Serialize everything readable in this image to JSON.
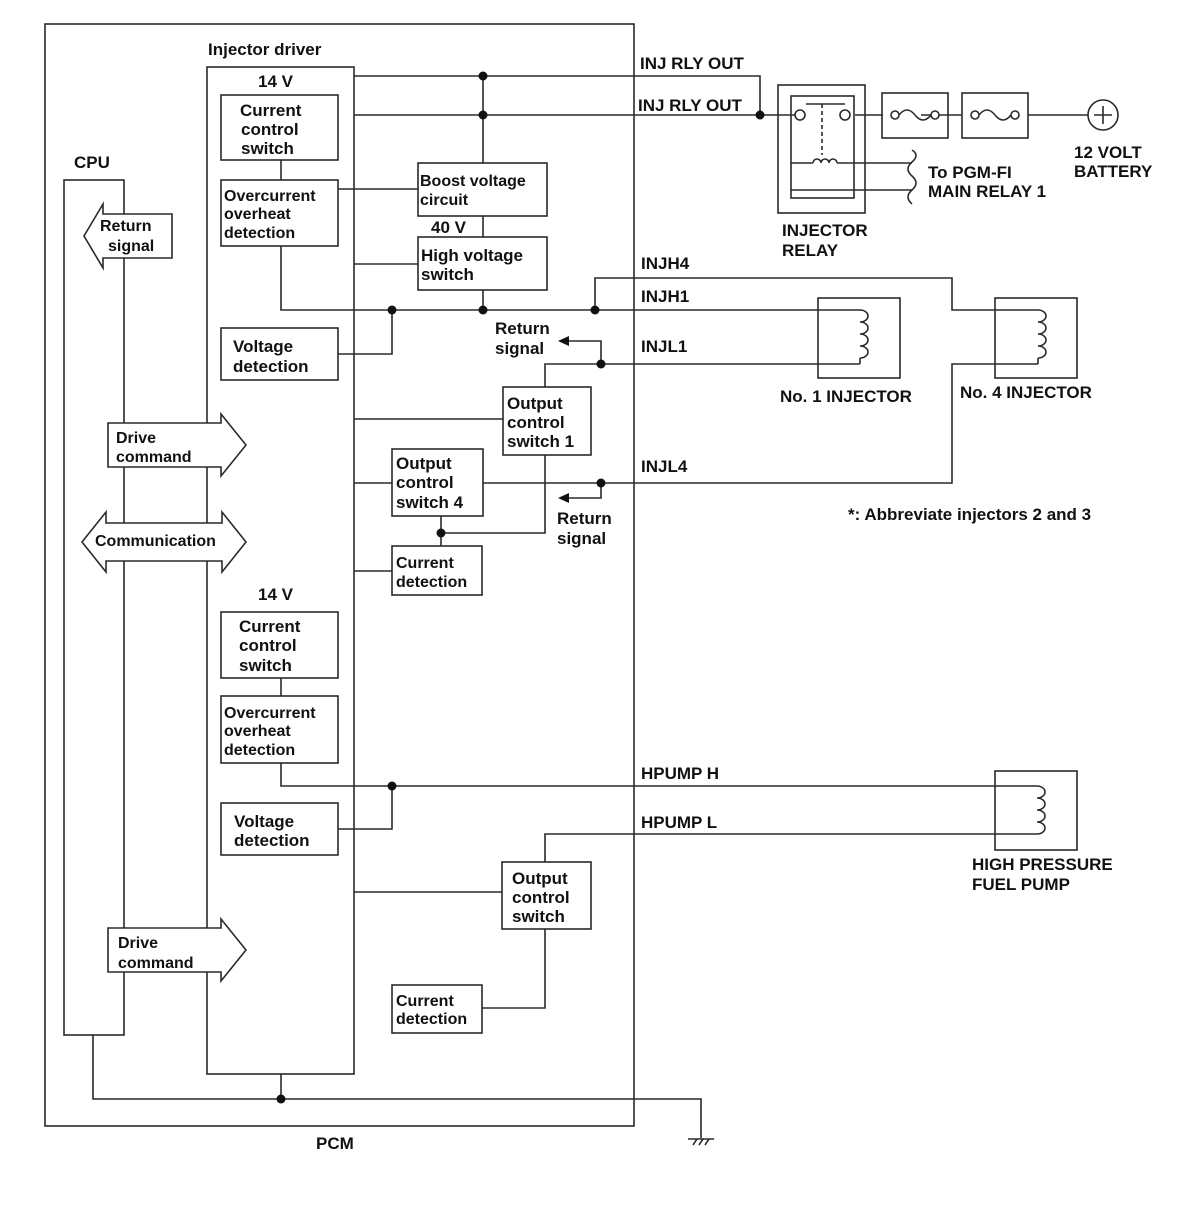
{
  "pcm": {
    "label": "PCM",
    "cpu_label": "CPU",
    "injector_driver_label": "Injector driver"
  },
  "voltages": {
    "upper_14v": "14 V",
    "boost_40v": "40 V",
    "lower_14v": "14 V"
  },
  "blocks": {
    "current_control_switch_1": [
      "Current",
      "control",
      "switch"
    ],
    "overcurrent_1": [
      "Overcurrent",
      "overheat",
      "detection"
    ],
    "boost_voltage_circuit": [
      "Boost voltage",
      "circuit"
    ],
    "high_voltage_switch": [
      "High voltage",
      "switch"
    ],
    "voltage_detection_1": [
      "Voltage",
      "detection"
    ],
    "output_control_switch_1": [
      "Output",
      "control",
      "switch 1"
    ],
    "output_control_switch_4": [
      "Output",
      "control",
      "switch 4"
    ],
    "current_detection_1": [
      "Current",
      "detection"
    ],
    "current_control_switch_2": [
      "Current",
      "control",
      "switch"
    ],
    "overcurrent_2": [
      "Overcurrent",
      "overheat",
      "detection"
    ],
    "voltage_detection_2": [
      "Voltage",
      "detection"
    ],
    "output_control_switch_pump": [
      "Output",
      "control",
      "switch"
    ],
    "current_detection_2": [
      "Current",
      "detection"
    ]
  },
  "arrows": {
    "return_signal": [
      "Return",
      "signal"
    ],
    "drive_command_1": [
      "Drive",
      "command"
    ],
    "communication": "Communication",
    "drive_command_2": [
      "Drive",
      "command"
    ]
  },
  "wires": {
    "inj_rly_out_1": "INJ RLY OUT",
    "inj_rly_out_2": "INJ RLY OUT",
    "injh4": "INJH4",
    "injh1": "INJH1",
    "injl1": "INJL1",
    "injl4": "INJL4",
    "hpump_h": "HPUMP H",
    "hpump_l": "HPUMP L"
  },
  "return_signal_labels": {
    "upper": [
      "Return",
      "signal"
    ],
    "lower": [
      "Return",
      "signal"
    ]
  },
  "external": {
    "injector_relay": [
      "INJECTOR",
      "RELAY"
    ],
    "battery": [
      "12 VOLT",
      "BATTERY"
    ],
    "pgm_fi": [
      "To PGM-FI",
      "MAIN RELAY 1"
    ],
    "no1_injector": "No. 1 INJECTOR",
    "no4_injector": "No. 4 INJECTOR",
    "high_pressure_pump": [
      "HIGH PRESSURE",
      "FUEL PUMP"
    ]
  },
  "note": "*: Abbreviate injectors 2 and 3"
}
